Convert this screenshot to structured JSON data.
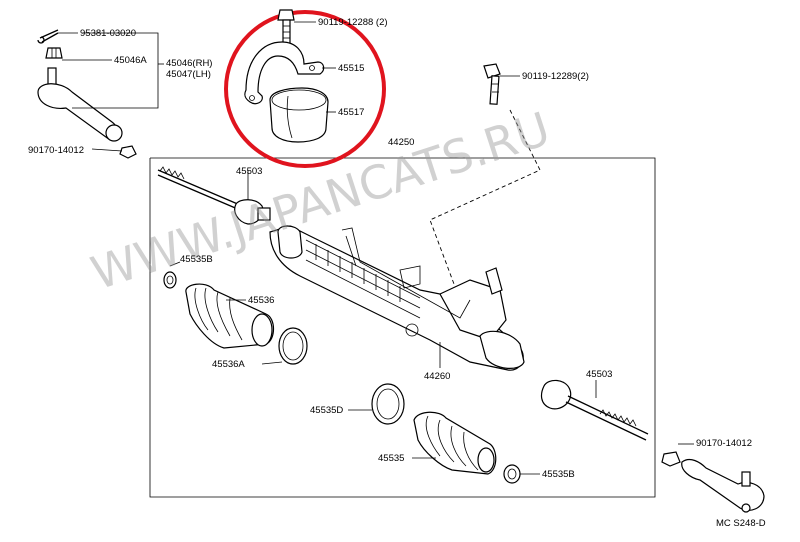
{
  "labels": {
    "p95381": "95381-03020",
    "p45046a": "45046A",
    "p45046": "45046(RH)",
    "p45047": "45047(LH)",
    "p90170_left": "90170-14012",
    "p90119_top": "90119-12288 (2)",
    "p45515": "45515",
    "p45517": "45517",
    "p90119_right": "90119-12289(2)",
    "p44250": "44250",
    "p45503_top": "45503",
    "p45535b_left": "45535B",
    "p45536": "45536",
    "p45536a": "45536A",
    "p44260": "44260",
    "p45503_right": "45503",
    "p45535d": "45535D",
    "p45535": "45535",
    "p45535b_bottom": "45535B",
    "p90170_right": "90170-14012",
    "code": "MC S248-D"
  },
  "watermark": {
    "text": "WWW.JAPANCATS.RU",
    "color": "#9a9a9a"
  },
  "highlight_color": "#e0141e"
}
